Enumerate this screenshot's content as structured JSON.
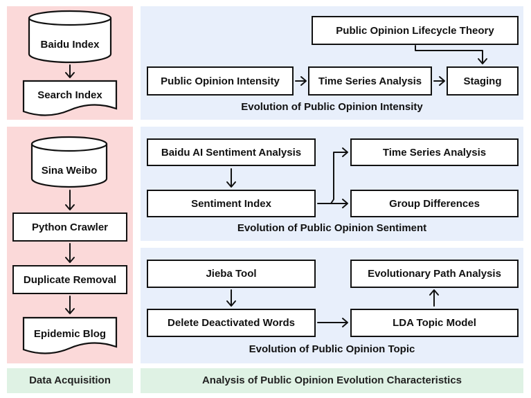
{
  "acquisition": {
    "baidu_index": "Baidu Index",
    "search_index": "Search Index",
    "sina_weibo": "Sina Weibo",
    "python_crawler": "Python Crawler",
    "duplicate_removal": "Duplicate Removal",
    "epidemic_blog": "Epidemic Blog",
    "footer": "Data Acquisition"
  },
  "intensity": {
    "lifecycle_theory": "Public Opinion Lifecycle Theory",
    "public_opinion_intensity": "Public Opinion Intensity",
    "time_series_analysis": "Time Series Analysis",
    "staging": "Staging",
    "caption": "Evolution of Public Opinion Intensity"
  },
  "sentiment": {
    "baidu_ai": "Baidu AI Sentiment Analysis",
    "sentiment_index": "Sentiment Index",
    "time_series_analysis": "Time Series Analysis",
    "group_differences": "Group Differences",
    "caption": "Evolution of Public Opinion Sentiment"
  },
  "topic": {
    "jieba_tool": "Jieba Tool",
    "delete_deactivated_words": "Delete Deactivated Words",
    "evolutionary_path": "Evolutionary Path Analysis",
    "lda_topic_model": "LDA Topic Model",
    "caption": "Evolution of Public Opinion Topic"
  },
  "analysis": {
    "footer": "Analysis of Public Opinion Evolution Characteristics"
  },
  "colors": {
    "acquisition_bg": "#fbd9d9",
    "analysis_bg": "#e8effb",
    "footer_bg": "#dff2e4"
  }
}
